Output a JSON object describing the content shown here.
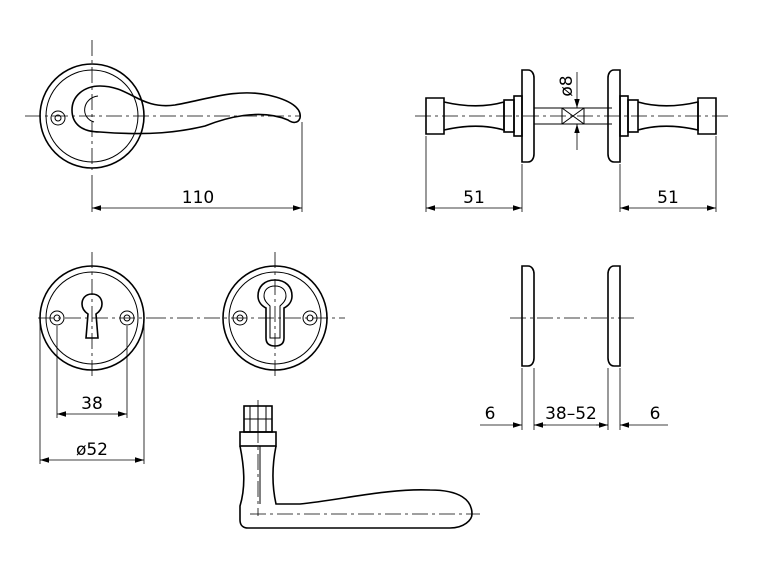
{
  "dimensions": {
    "lever_length": "110",
    "left_spindle": "51",
    "spindle_dia": "ø8",
    "right_spindle": "51",
    "screw_spacing": "38",
    "rose_dia": "ø52",
    "door_left_gap": "6",
    "door_range": "38–52",
    "door_right_gap": "6"
  }
}
